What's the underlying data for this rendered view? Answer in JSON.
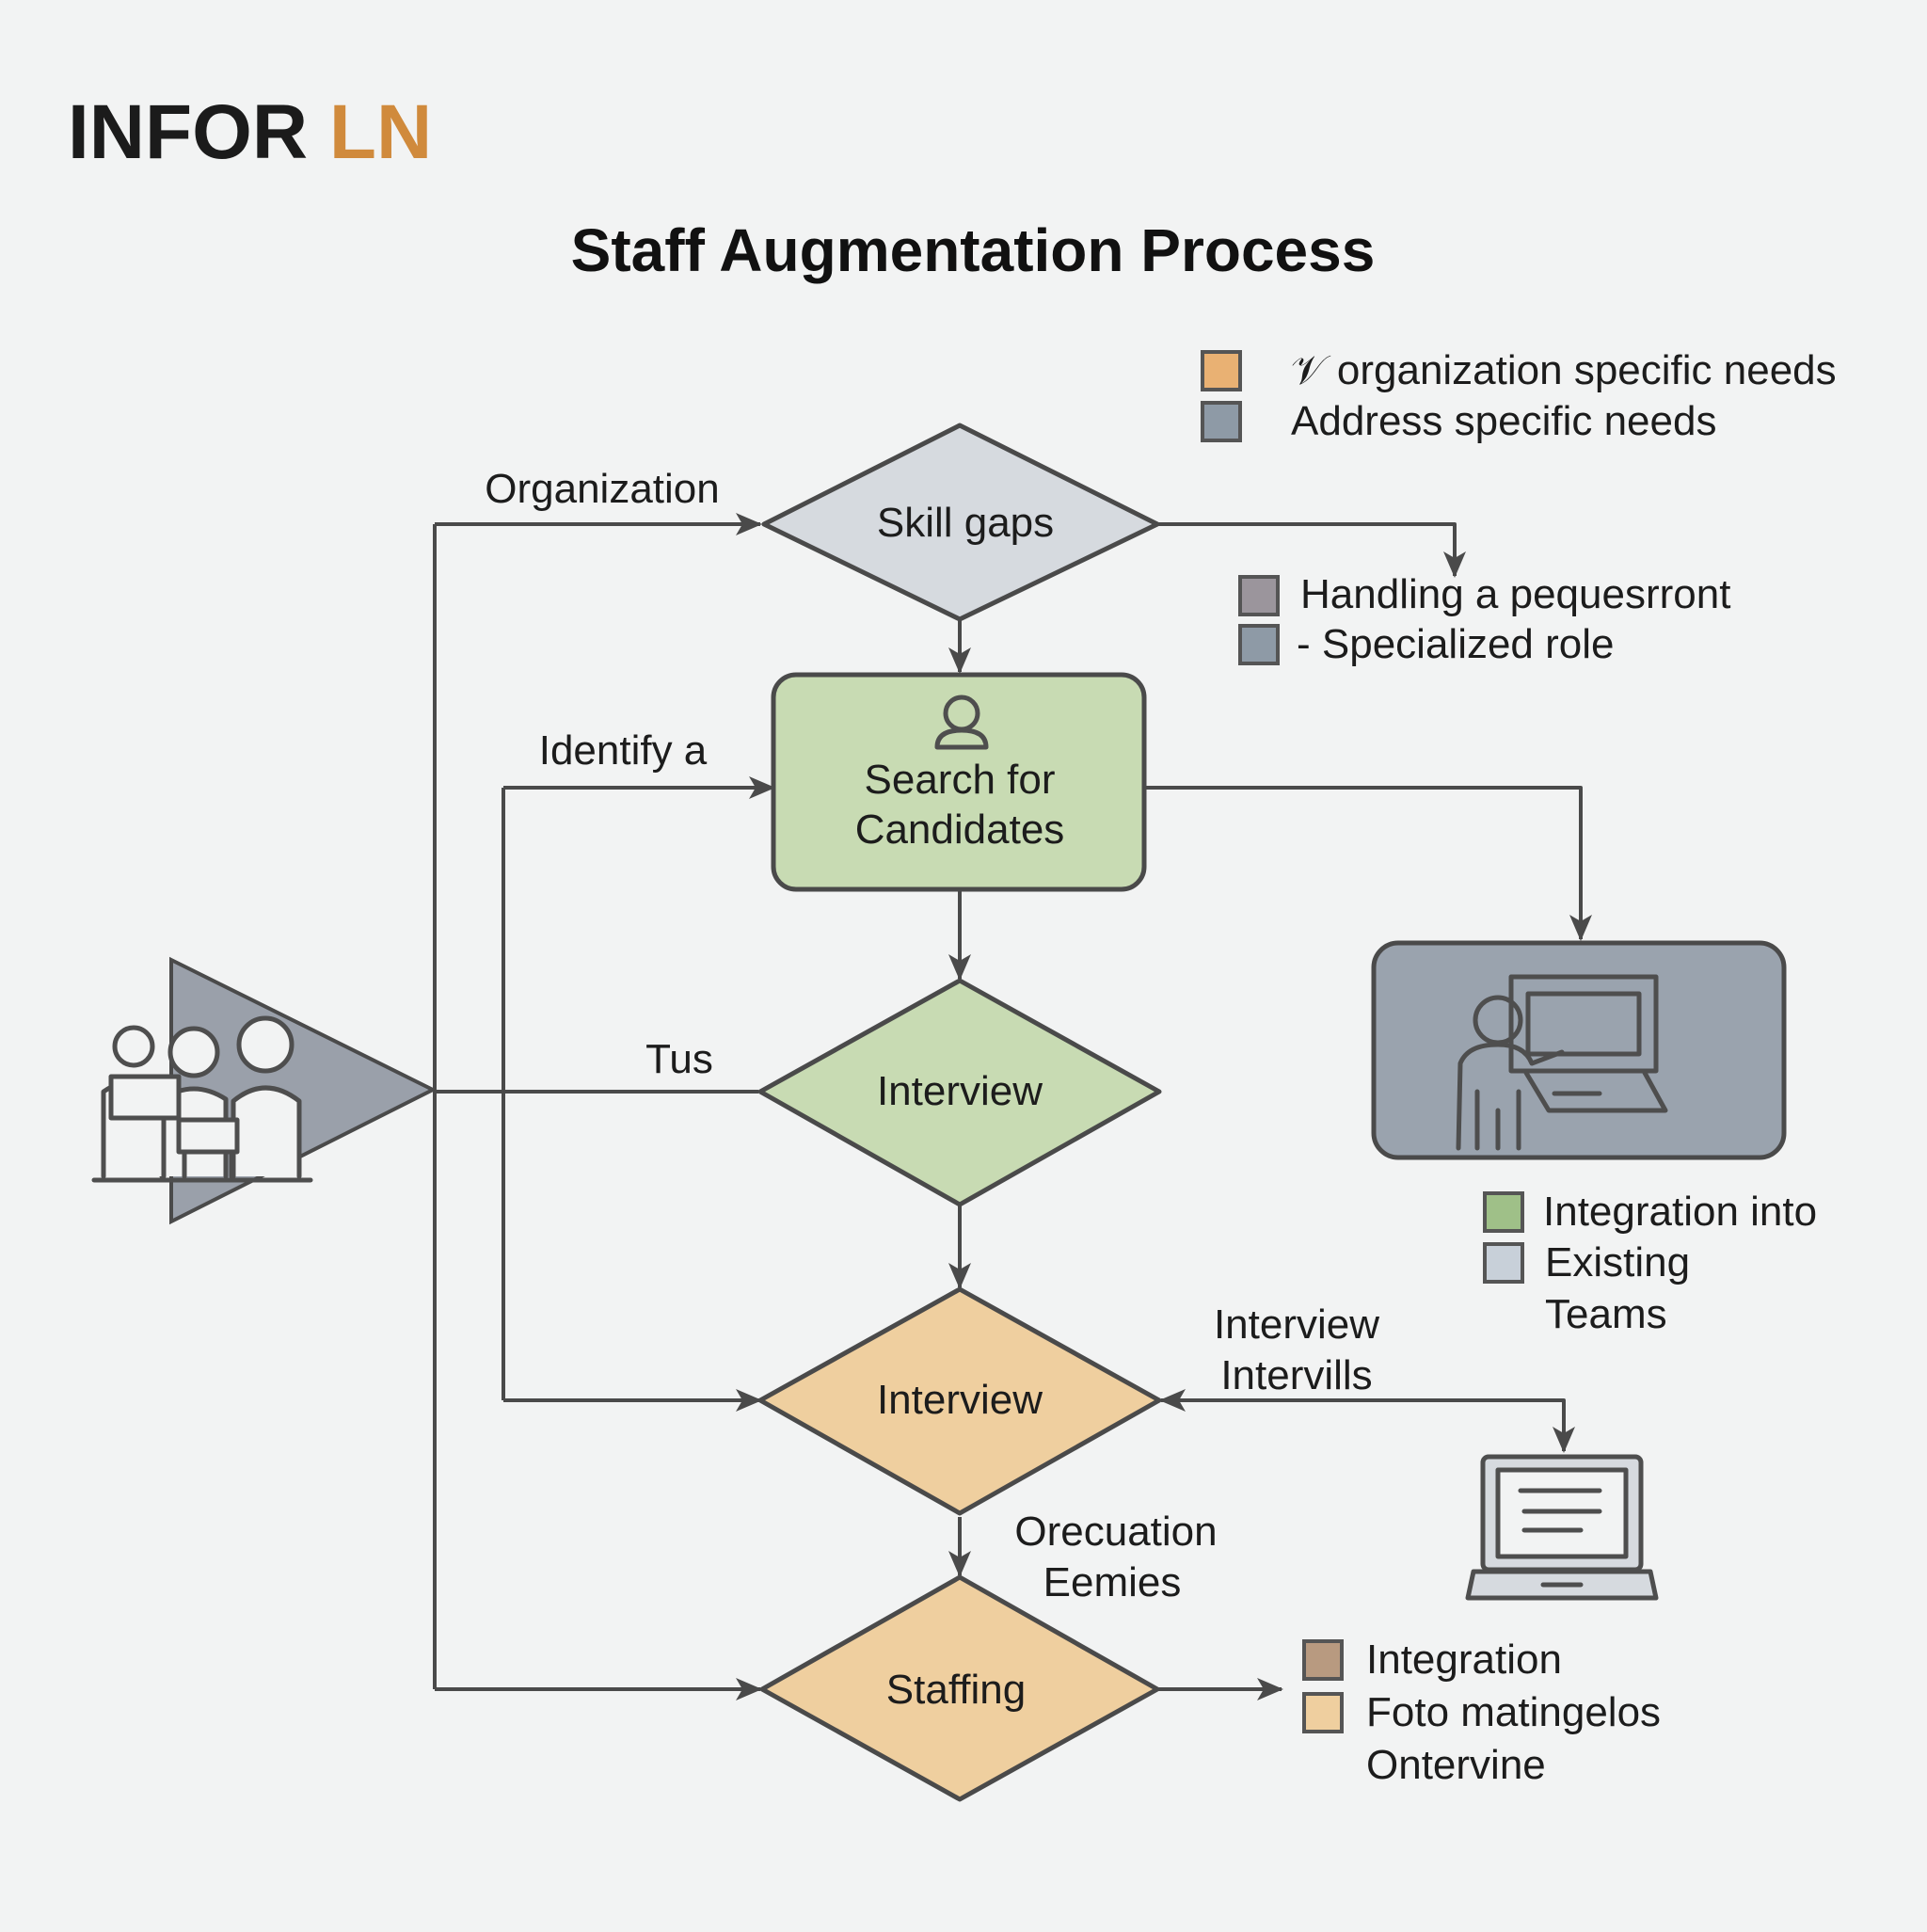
{
  "brand": {
    "part1": "INFOR ",
    "part2": "LN",
    "color1": "#1b1b1b",
    "color2": "#d08a3c"
  },
  "title": "Staff Augmentation Process",
  "colors": {
    "green": "#c8dbb3",
    "peach": "#efcf9f",
    "slate": "#d6dadf",
    "box_gray": "#9aa3ae",
    "triangle_gray": "#9aa0aa"
  },
  "nodes": {
    "skill_gaps": "Skill gaps",
    "search_candidates": [
      "Search for",
      "Candidates"
    ],
    "interview_1": "Interview",
    "interview_2": "Interview",
    "staffing": "Staffing"
  },
  "edge_labels": {
    "organization": "Organization",
    "identify": "Identify a",
    "tus": "Tus",
    "interview_intervills": [
      "Interview",
      "Intervills"
    ],
    "orecuation": [
      "Orecuation",
      "Eemies"
    ]
  },
  "legends": {
    "top": [
      {
        "color": "#e9b173",
        "text": "𝒱 organization specific needs"
      },
      {
        "color": "#8e9aa6",
        "text": "Address specific needs"
      }
    ],
    "middle": [
      {
        "color": "#9b959c",
        "text": "Handling a pequesrront"
      },
      {
        "color": "#8e9aa6",
        "text": "- Specialized role"
      }
    ],
    "right": [
      {
        "color": "#9fc088",
        "text": "Integration into"
      },
      {
        "color": "#c8d0d9",
        "text": "Existing"
      },
      {
        "color": null,
        "text": "Teams"
      }
    ],
    "bottom": [
      {
        "color": "#b89a80",
        "text": "Integration"
      },
      {
        "color": "#efcf9f",
        "text": "Foto matingelos"
      },
      {
        "color": null,
        "text": "Ontervine"
      }
    ]
  },
  "icons": [
    "people-group-icon",
    "person-icon",
    "presenter-screen-icon",
    "laptop-icon"
  ]
}
